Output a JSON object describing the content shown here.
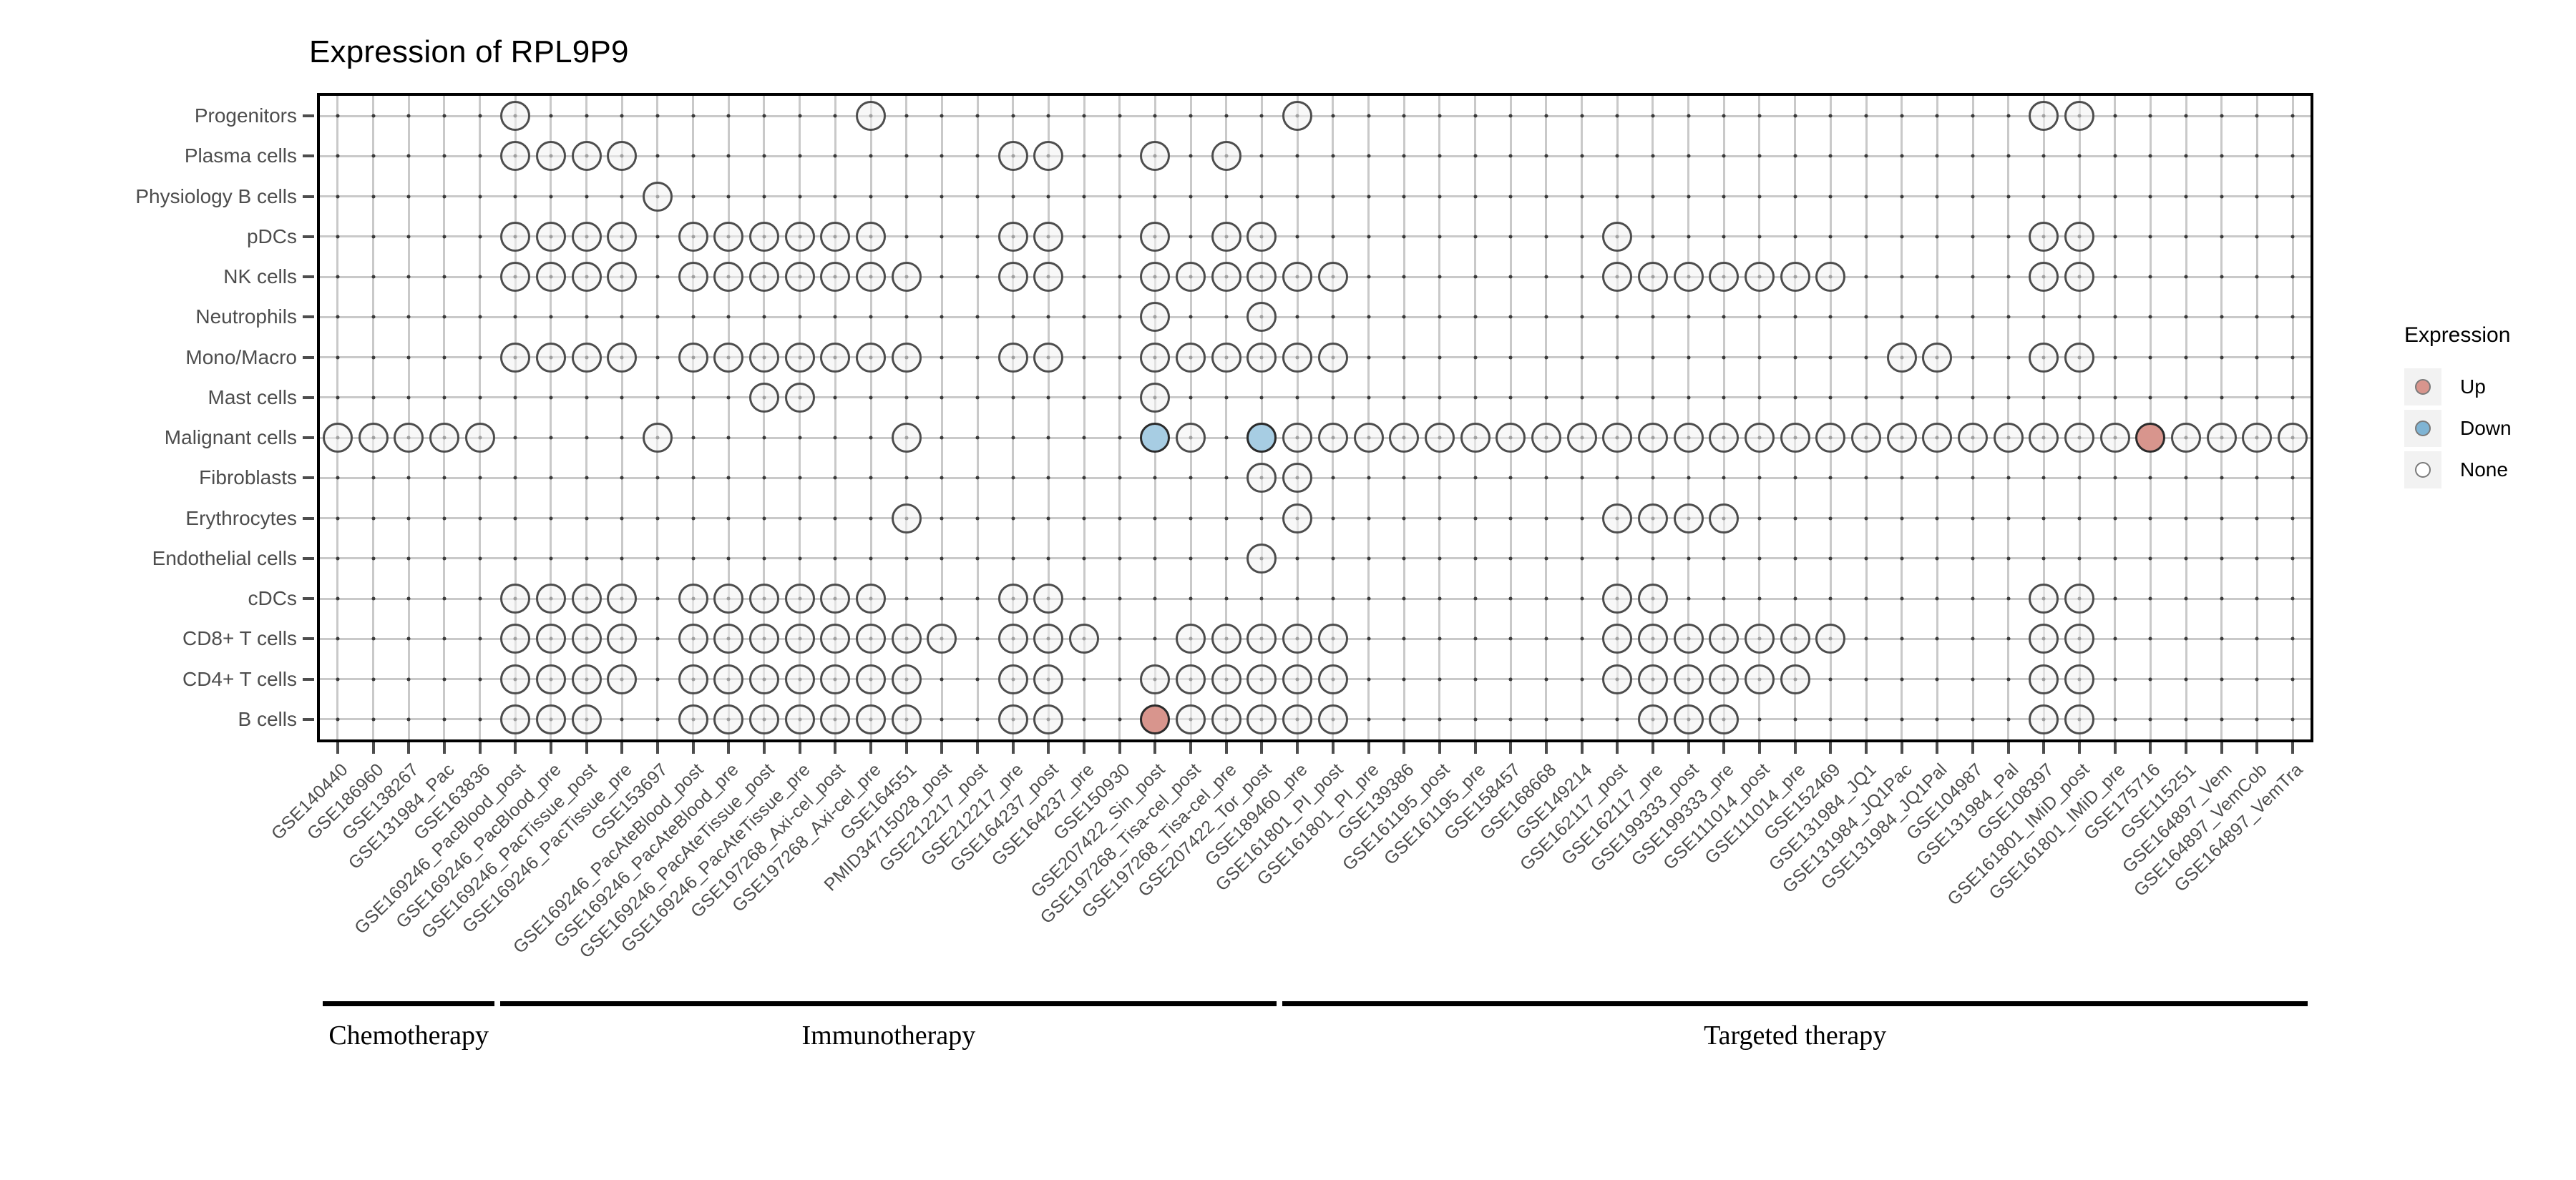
{
  "chart_data": {
    "type": "heatmap",
    "title": "Expression of RPL9P9",
    "xlabel": "",
    "ylabel": "",
    "grid": true,
    "legend_position": "right",
    "legend": {
      "title": "Expression",
      "entries": [
        {
          "label": "Up",
          "color": "#d8958d"
        },
        {
          "label": "Down",
          "color": "#7fb4d4"
        },
        {
          "label": "None",
          "color": "#ffffff"
        }
      ]
    },
    "categories_y": [
      "Progenitors",
      "Plasma cells",
      "Physiology B cells",
      "pDCs",
      "NK cells",
      "Neutrophils",
      "Mono/Macro",
      "Mast cells",
      "Malignant cells",
      "Fibroblasts",
      "Erythrocytes",
      "Endothelial cells",
      "cDCs",
      "CD8+ T cells",
      "CD4+ T cells",
      "B cells"
    ],
    "categories_x": [
      "GSE140440",
      "GSE186960",
      "GSE138267",
      "GSE131984_Pac",
      "GSE163836",
      "GSE169246_PacBlood_post",
      "GSE169246_PacBlood_pre",
      "GSE169246_PacTissue_post",
      "GSE169246_PacTissue_pre",
      "GSE153697",
      "GSE169246_PacAteBlood_post",
      "GSE169246_PacAteBlood_pre",
      "GSE169246_PacAteTissue_post",
      "GSE169246_PacAteTissue_pre",
      "GSE197268_Axi-cel_post",
      "GSE197268_Axi-cel_pre",
      "GSE164551",
      "PMID34715028_post",
      "GSE212217_post",
      "GSE212217_pre",
      "GSE164237_post",
      "GSE164237_pre",
      "GSE150930",
      "GSE207422_Sin_post",
      "GSE197268_Tisa-cel_post",
      "GSE197268_Tisa-cel_pre",
      "GSE207422_Tor_post",
      "GSE189460_pre",
      "GSE161801_PI_post",
      "GSE161801_PI_pre",
      "GSE139386",
      "GSE161195_post",
      "GSE161195_pre",
      "GSE158457",
      "GSE168668",
      "GSE149214",
      "GSE162117_post",
      "GSE162117_pre",
      "GSE199333_post",
      "GSE199333_pre",
      "GSE111014_post",
      "GSE111014_pre",
      "GSE152469",
      "GSE131984_JQ1",
      "GSE131984_JQ1Pac",
      "GSE131984_JQ1Pal",
      "GSE104987",
      "GSE131984_Pal",
      "GSE108397",
      "GSE161801_IMiD_post",
      "GSE161801_IMiD_pre",
      "GSE175716",
      "GSE115251",
      "GSE164897_Vem",
      "GSE164897_VemCob",
      "GSE164897_VemTra"
    ],
    "groups": [
      {
        "label": "Chemotherapy",
        "start_index": 0,
        "end_index": 4
      },
      {
        "label": "Immunotherapy",
        "start_index": 5,
        "end_index": 26
      },
      {
        "label": "Targeted therapy",
        "start_index": 27,
        "end_index": 55
      }
    ],
    "cells": [
      {
        "y": 0,
        "x": [
          5,
          15,
          27,
          48,
          49
        ],
        "state": "None"
      },
      {
        "y": 1,
        "x": [
          5,
          6,
          7,
          8,
          19,
          20,
          23,
          25
        ],
        "state": "None"
      },
      {
        "y": 2,
        "x": [
          9
        ],
        "state": "None"
      },
      {
        "y": 3,
        "x": [
          5,
          6,
          7,
          8,
          10,
          11,
          12,
          13,
          14,
          15,
          19,
          20,
          23,
          25,
          26,
          36,
          48,
          49
        ],
        "state": "None"
      },
      {
        "y": 4,
        "x": [
          5,
          6,
          7,
          8,
          10,
          11,
          12,
          13,
          14,
          15,
          16,
          19,
          20,
          23,
          24,
          25,
          26,
          27,
          28,
          36,
          37,
          38,
          39,
          40,
          41,
          42,
          48,
          49
        ],
        "state": "None"
      },
      {
        "y": 5,
        "x": [
          23,
          26
        ],
        "state": "None"
      },
      {
        "y": 6,
        "x": [
          5,
          6,
          7,
          8,
          10,
          11,
          12,
          13,
          14,
          15,
          16,
          19,
          20,
          23,
          24,
          25,
          26,
          27,
          28,
          44,
          45,
          48,
          49
        ],
        "state": "None"
      },
      {
        "y": 7,
        "x": [
          12,
          13,
          23
        ],
        "state": "None"
      },
      {
        "y": 8,
        "x": [
          0,
          1,
          2,
          3,
          4,
          9,
          16,
          24,
          26,
          27,
          28,
          29,
          30,
          31,
          32,
          33,
          34,
          35,
          36,
          37,
          38,
          39,
          40,
          41,
          42,
          43,
          44,
          45,
          46,
          47,
          48,
          49,
          50,
          52,
          53,
          54,
          55
        ],
        "state": "None"
      },
      {
        "y": 8,
        "x": [
          23,
          26
        ],
        "state": "Down"
      },
      {
        "y": 8,
        "x": [
          51
        ],
        "state": "Up"
      },
      {
        "y": 9,
        "x": [
          26,
          27
        ],
        "state": "None"
      },
      {
        "y": 10,
        "x": [
          16,
          27,
          36,
          37,
          38,
          39
        ],
        "state": "None"
      },
      {
        "y": 11,
        "x": [
          26
        ],
        "state": "None"
      },
      {
        "y": 12,
        "x": [
          5,
          6,
          7,
          8,
          10,
          11,
          12,
          13,
          14,
          15,
          19,
          20,
          36,
          37,
          48,
          49
        ],
        "state": "None"
      },
      {
        "y": 13,
        "x": [
          5,
          6,
          7,
          8,
          10,
          11,
          12,
          13,
          14,
          15,
          16,
          17,
          19,
          20,
          21,
          24,
          25,
          26,
          27,
          28,
          36,
          37,
          38,
          39,
          40,
          41,
          42,
          48,
          49
        ],
        "state": "None"
      },
      {
        "y": 14,
        "x": [
          5,
          6,
          7,
          8,
          10,
          11,
          12,
          13,
          14,
          15,
          16,
          19,
          20,
          23,
          24,
          25,
          26,
          27,
          28,
          36,
          37,
          38,
          39,
          40,
          41,
          48,
          49
        ],
        "state": "None"
      },
      {
        "y": 15,
        "x": [
          5,
          6,
          7,
          10,
          11,
          12,
          13,
          14,
          15,
          16,
          19,
          20,
          24,
          25,
          26,
          27,
          28,
          37,
          38,
          39,
          48,
          49
        ],
        "state": "None"
      },
      {
        "y": 15,
        "x": [
          23
        ],
        "state": "Up"
      }
    ]
  }
}
